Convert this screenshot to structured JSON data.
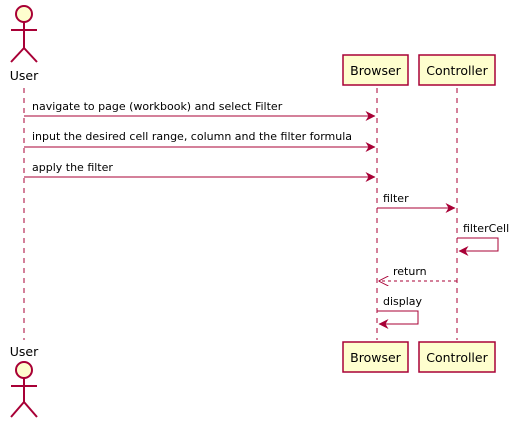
{
  "colors": {
    "arrow": "#A80036",
    "participant_fill": "#FEFECE",
    "lifeline": "#A80036",
    "text": "#000000"
  },
  "participants": {
    "user": "User",
    "browser": "Browser",
    "controller": "Controller"
  },
  "messages": [
    {
      "from": "user",
      "to": "browser",
      "label": "navigate to page (workbook) and select Filter",
      "style": "solid"
    },
    {
      "from": "user",
      "to": "browser",
      "label": "input the desired cell range, column and the filter formula",
      "style": "solid"
    },
    {
      "from": "user",
      "to": "browser",
      "label": "apply the filter",
      "style": "solid"
    },
    {
      "from": "browser",
      "to": "controller",
      "label": "filter",
      "style": "solid"
    },
    {
      "from": "controller",
      "to": "controller",
      "label": "filterCell",
      "style": "self"
    },
    {
      "from": "controller",
      "to": "browser",
      "label": "return",
      "style": "dashed"
    },
    {
      "from": "browser",
      "to": "browser",
      "label": "display",
      "style": "self"
    }
  ]
}
